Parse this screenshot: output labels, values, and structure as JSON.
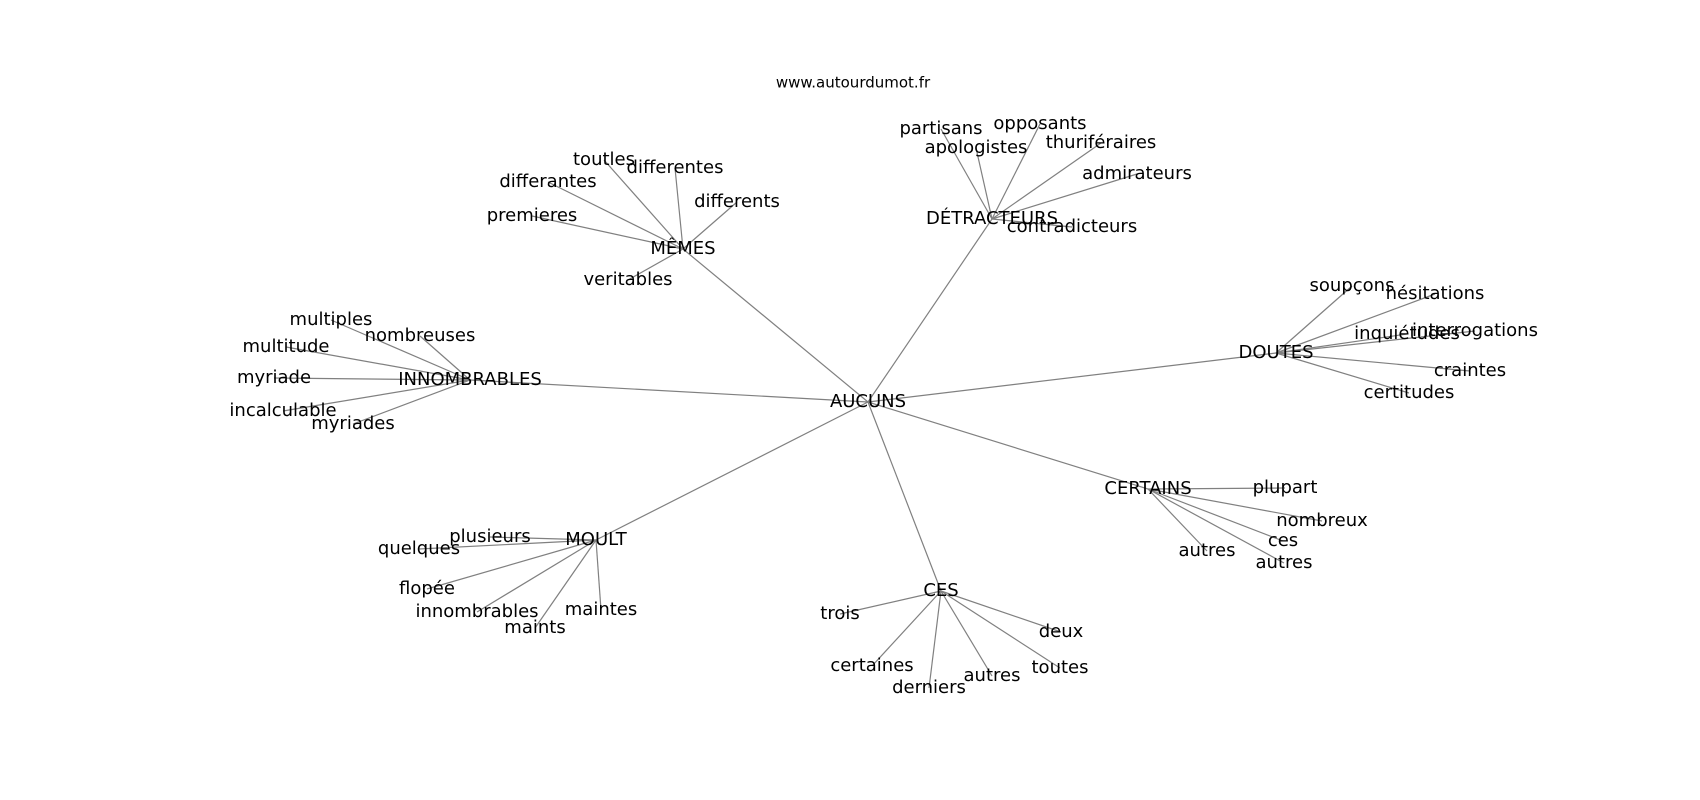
{
  "site": "www.autourdumot.fr",
  "graph": {
    "center": {
      "label": "AUCUNS"
    },
    "clusters": [
      {
        "label": "MÊMES",
        "words": [
          "toutles",
          "differentes",
          "differantes",
          "differents",
          "premieres",
          "veritables"
        ]
      },
      {
        "label": "DÉTRACTEURS",
        "words": [
          "partisans",
          "opposants",
          "apologistes",
          "thuriféraires",
          "admirateurs",
          "contradicteurs"
        ]
      },
      {
        "label": "INNOMBRABLES",
        "words": [
          "multiples",
          "nombreuses",
          "multitude",
          "myriade",
          "incalculable",
          "myriades"
        ]
      },
      {
        "label": "DOUTES",
        "words": [
          "soupçons",
          "hésitations",
          "inquiétudes",
          "interrogations",
          "craintes",
          "certitudes"
        ]
      },
      {
        "label": "CERTAINS",
        "words": [
          "plupart",
          "nombreux",
          "ces",
          "autres",
          "autres"
        ]
      },
      {
        "label": "MOULT",
        "words": [
          "plusieurs",
          "quelques",
          "flopée",
          "innombrables",
          "maintes",
          "maints"
        ]
      },
      {
        "label": "CES",
        "words": [
          "trois",
          "deux",
          "certaines",
          "toutes",
          "autres",
          "derniers"
        ]
      }
    ]
  }
}
